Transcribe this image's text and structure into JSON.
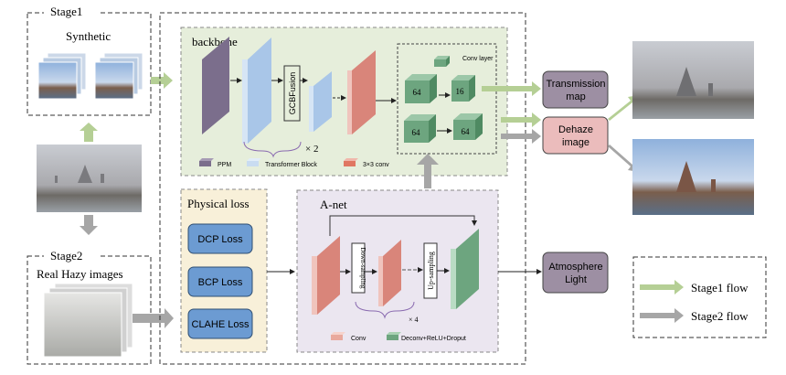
{
  "stage1": {
    "title": "Stage1",
    "subtitle": "Synthetic"
  },
  "stage2": {
    "title": "Stage2",
    "subtitle": "Real Hazy images"
  },
  "backbone": {
    "title": "backbone",
    "gcb": "GCBFusion",
    "repeat": "× 2",
    "conv_layer": "Conv layer",
    "blocks": [
      "64",
      "16",
      "64",
      "64"
    ],
    "legend": [
      "PPM",
      "Transformer Block",
      "3×3 conv"
    ]
  },
  "physical_loss": {
    "title": "Physical loss",
    "items": [
      "DCP Loss",
      "BCP Loss",
      "CLAHE Loss"
    ]
  },
  "anet": {
    "title": "A-net",
    "down": "Down-sampling",
    "up": "Up-sampling",
    "repeat": "× 4",
    "legend": [
      "Conv",
      "Deconv+ReLU+Droput"
    ]
  },
  "outputs": {
    "transmission": [
      "Transmission",
      "map"
    ],
    "dehaze": [
      "Dehaze",
      "image"
    ],
    "atmosphere": [
      "Atmosphere",
      "Light"
    ]
  },
  "legend": {
    "stage1": "Stage1 flow",
    "stage2": "Stage2 flow"
  },
  "colors": {
    "stage1_flow": "#b5cf95",
    "stage2_flow": "#a6a6a6",
    "backbone_bg": "#e6eedb",
    "physical_bg": "#f8f0d9",
    "anet_bg": "#ebe6f0",
    "loss_box": "#6c9bd2",
    "conv": "#d9857a",
    "deconv": "#6da57f",
    "ppm": "#7b6e8c",
    "transformer": "#a9c6e8"
  }
}
